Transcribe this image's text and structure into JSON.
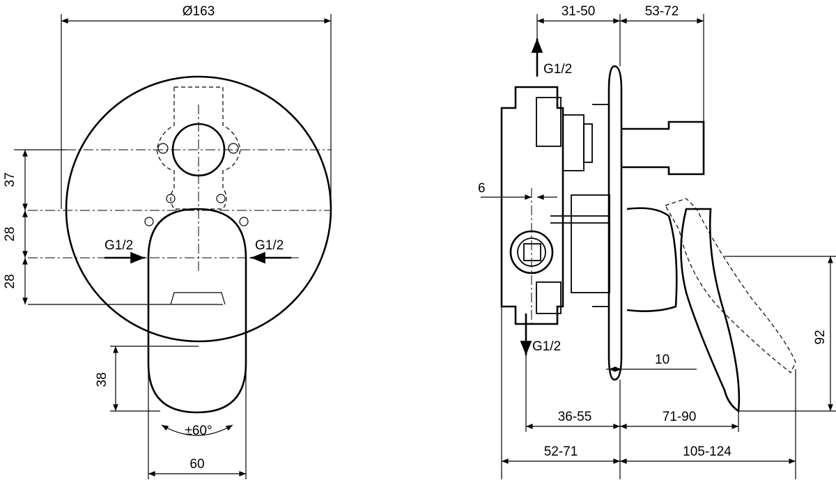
{
  "front_view": {
    "diameter": "Ø163",
    "dim_vertical_upper": "37",
    "dim_vertical_mid": "28",
    "dim_vertical_lower": "28",
    "dim_handle_height": "38",
    "dim_handle_width": "60",
    "rotation": "±60°",
    "inlet_left": "G1/2",
    "inlet_right": "G1/2"
  },
  "side_view": {
    "dim_top_left": "31-50",
    "dim_top_right": "53-72",
    "dim_offset": "6",
    "dim_plate": "10",
    "dim_bottom_1_left": "36-55",
    "dim_bottom_1_right": "71-90",
    "dim_bottom_2_left": "52-71",
    "dim_bottom_2_right": "105-124",
    "dim_height": "92",
    "outlet_top": "G1/2",
    "outlet_bottom": "G1/2"
  }
}
